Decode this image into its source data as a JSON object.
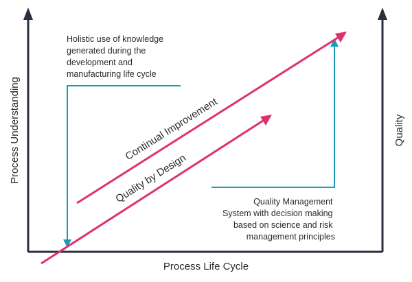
{
  "axes": {
    "x_label": "Process Life Cycle",
    "y_left_label": "Process Understanding",
    "y_right_label": "Quality"
  },
  "arrows": {
    "continual_improvement": "Continual Improvement",
    "quality_by_design": "Quality by Design"
  },
  "notes": {
    "knowledge": [
      "Holistic use of knowledge",
      "generated during the",
      "development and",
      "manufacturing life cycle"
    ],
    "qms": [
      "Quality Management",
      "System with decision making",
      "based on science and risk",
      "management principles"
    ]
  },
  "colors": {
    "axis": "#2a2f3d",
    "pink": "#e0306e",
    "teal": "#1b9bb8",
    "text": "#2b2b2b"
  }
}
